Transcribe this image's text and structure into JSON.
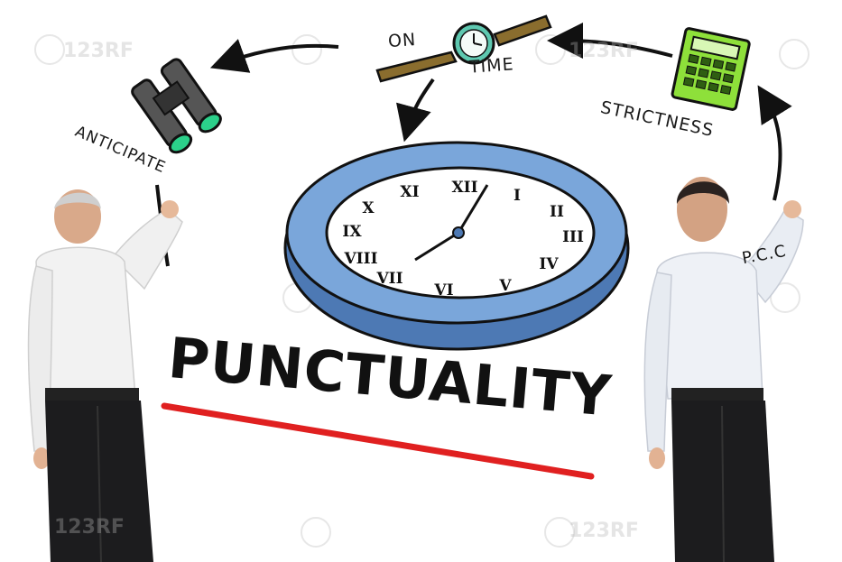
{
  "scene": {
    "headline": "PUNCTUALITY",
    "labels": {
      "on": "ON",
      "time": "TIME",
      "strictness": "STRICTNESS",
      "anticipate": "ANTICIPATE",
      "partial": "P.C.C"
    },
    "watermark": "123RF"
  },
  "colors": {
    "clock_ring": "#7aa6da",
    "clock_ring_dark": "#4d79b4",
    "underline": "#e02020",
    "calculator": "#8ee03a",
    "watch_strap": "#8a6d2e",
    "watch_face": "#5ec8b0",
    "shirt": "#f2f2f2",
    "trousers": "#1c1c1e"
  }
}
